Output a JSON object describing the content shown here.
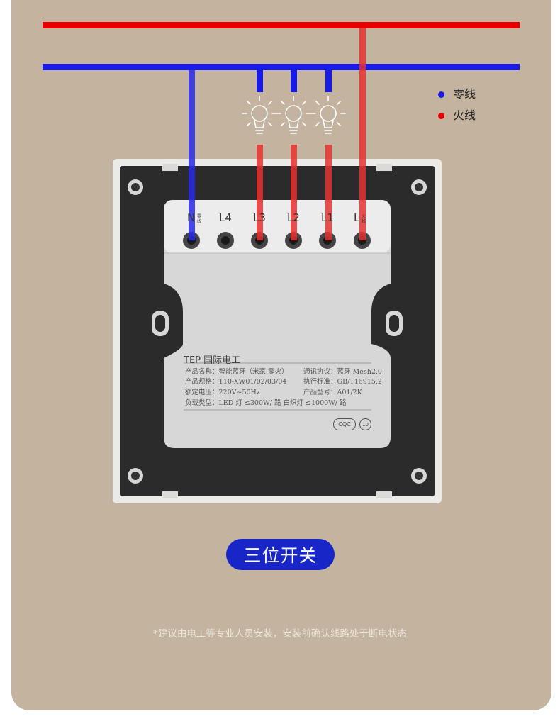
{
  "legend": {
    "neutral_label": "零线",
    "neutral_color": "#1a1ae6",
    "live_label": "火线",
    "live_color": "#e60000"
  },
  "terminals": [
    {
      "label": "N",
      "sub": "零线"
    },
    {
      "label": "L4",
      "sub": ""
    },
    {
      "label": "L3",
      "sub": ""
    },
    {
      "label": "L2",
      "sub": ""
    },
    {
      "label": "L1",
      "sub": ""
    },
    {
      "label": "L",
      "sub": "火线"
    }
  ],
  "nameplate": {
    "brand": "TEP 国际电工",
    "product_name": "产品名称：智能蓝牙（米家 零火）",
    "product_spec": "产品规格：T10-XW01/02/03/04",
    "rated_voltage": "额定电压：220V~50Hz",
    "load_type": "负载类型：LED 灯 ≤300W/ 路  白炽灯 ≤1000W/ 路",
    "protocol": "通讯协议：蓝牙 Mesh2.0",
    "standard": "执行标准：GB/T16915.2",
    "model": "产品型号：A01/2K",
    "cert": "CQC",
    "cert_rating": "10"
  },
  "title": "三位开关",
  "note": "*建议由电工等专业人员安装，安装前确认线路处于断电状态"
}
